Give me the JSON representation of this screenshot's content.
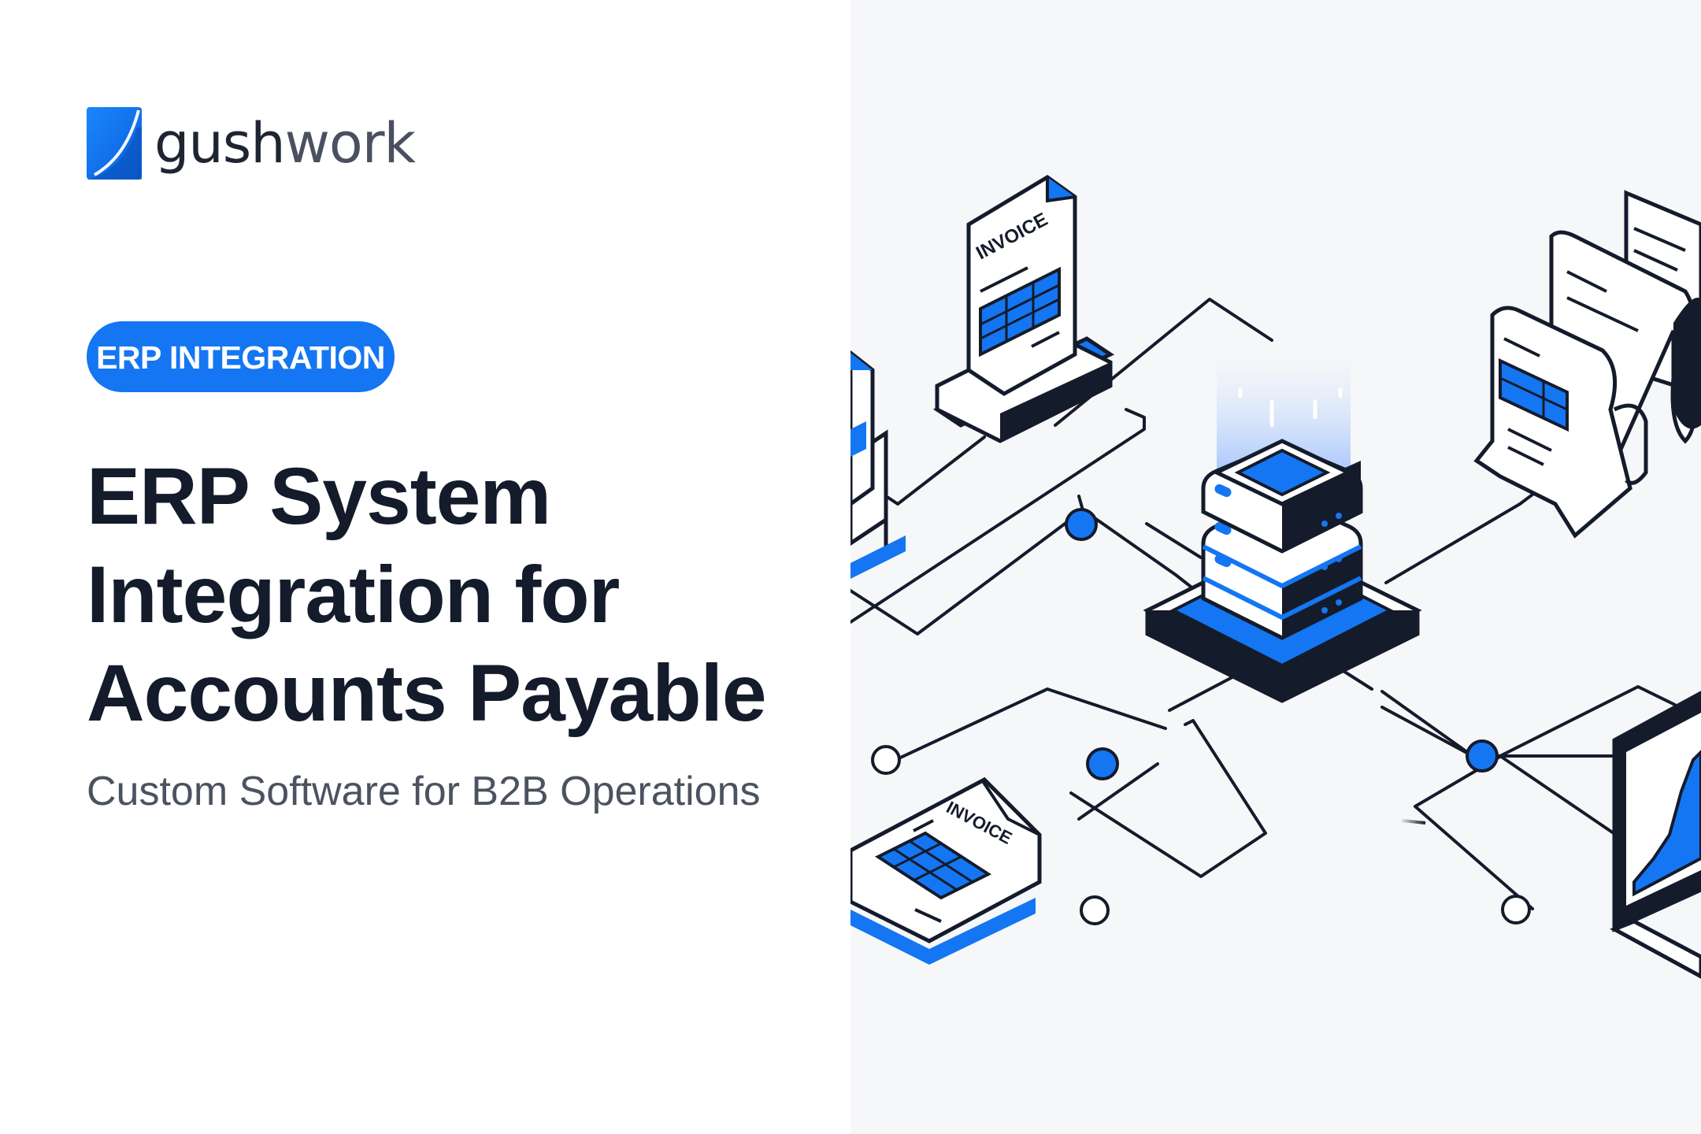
{
  "brand": {
    "name_part1": "gush",
    "name_part2": "work",
    "logo_icon": "gushwork-logo-icon"
  },
  "tag": {
    "label": "ERP INTEGRATION"
  },
  "headline": {
    "line1": "ERP System",
    "line2": "Integration for",
    "line3": "Accounts Payable"
  },
  "subtitle": "Custom Software for B2B Operations",
  "illustration": {
    "invoice_labels": [
      "INVOICE",
      "INVOICE"
    ],
    "icons": [
      "server-stack-icon",
      "invoice-document-icon",
      "paper-scroll-icon",
      "laptop-chart-icon",
      "connection-node-icon"
    ]
  },
  "colors": {
    "accent_blue": "#1476f2",
    "headline_dark": "#141b2b",
    "subtitle_gray": "#4b5260",
    "right_panel_bg": "#f6f7f9",
    "left_panel_bg": "#ffffff"
  }
}
